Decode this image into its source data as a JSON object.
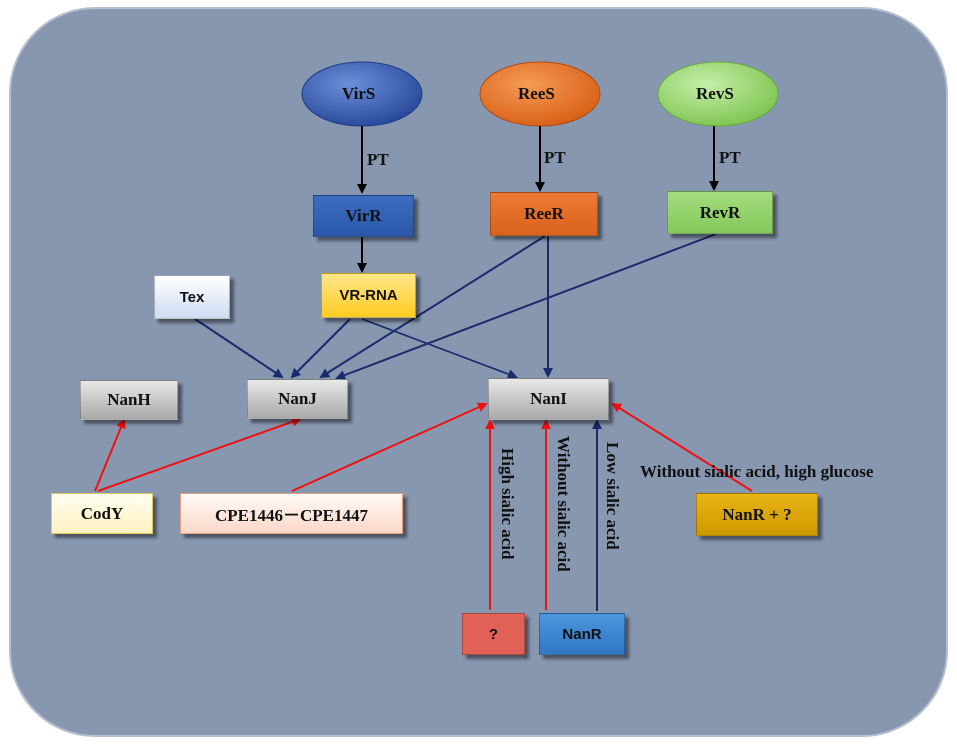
{
  "nodes": {
    "virs": "VirS",
    "rees": "ReeS",
    "revs": "RevS",
    "virr": "VirR",
    "reer": "ReeR",
    "revr": "RevR",
    "tex": "Tex",
    "vr_rna": "VR-RNA",
    "nanh": "NanH",
    "nanj": "NanJ",
    "nani": "NanI",
    "cody": "CodY",
    "cpe": "CPE1446－CPE1447",
    "nanr_q": "NanR + ?",
    "question": "?",
    "nanr": "NanR"
  },
  "labels": {
    "pt1": "PT",
    "pt2": "PT",
    "pt3": "PT",
    "high_sialic": "High sialic acid",
    "without_sialic": "Without sialic acid",
    "low_sialic": "Low sialic acid",
    "without_glucose": "Without sialic acid, high glucose"
  },
  "colors": {
    "background_panel": "#8897b0",
    "virs": "#2f55a4",
    "rees": "#e06b1f",
    "revs": "#93d06b",
    "virr": "#2f5fb0",
    "reer": "#e2671f",
    "revr": "#8fce63",
    "tex": "#e8eef9",
    "vr_rna": "#ffd23a",
    "gray_box": "#cfcfcf",
    "cody": "#fff8d8",
    "cpe": "#fde6dd",
    "nanr_q": "#d9a100",
    "question": "#e26157",
    "nanr": "#3b84d0",
    "arrow_black": "#000000",
    "arrow_navy": "#1a2a6c",
    "arrow_red": "#ee1111"
  }
}
